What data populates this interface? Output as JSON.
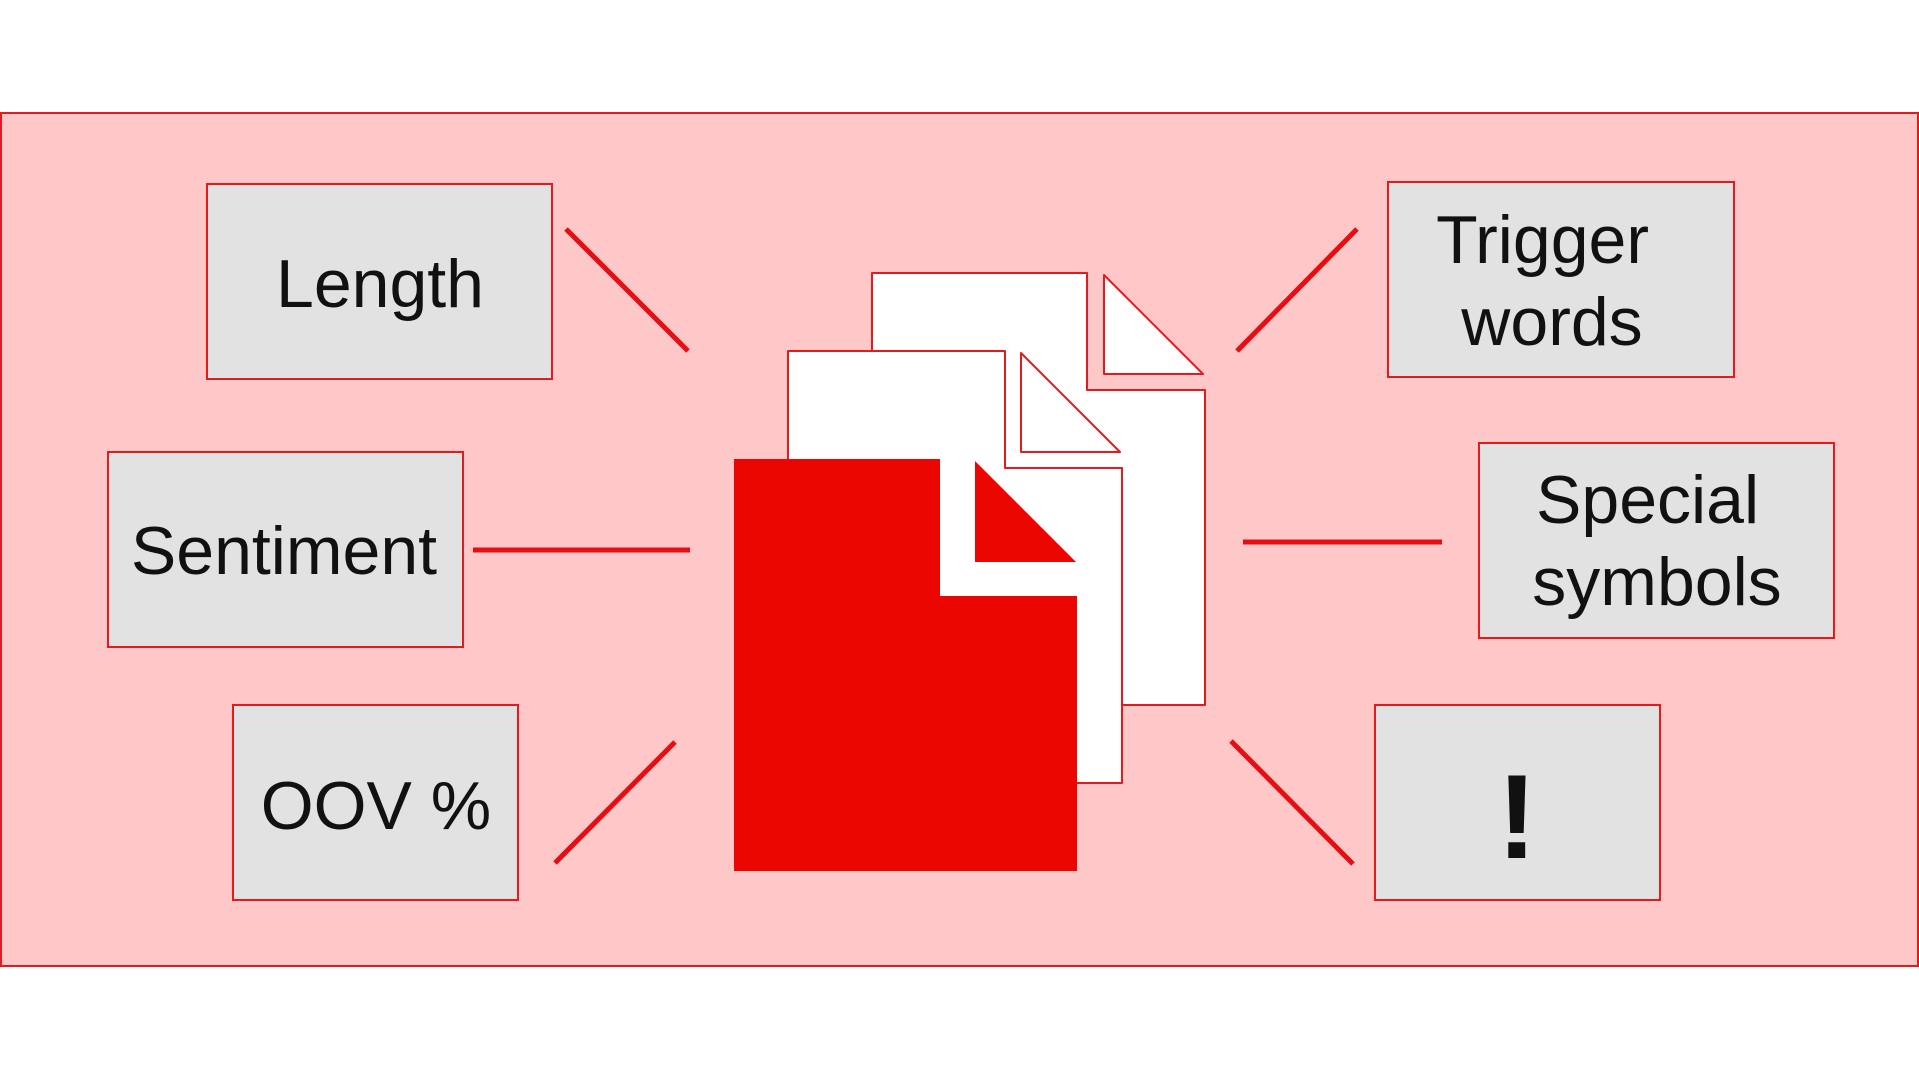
{
  "colors": {
    "panel_fill": "#fec8c9",
    "panel_border": "#e6191c",
    "box_fill": "#e3e2e2",
    "box_border": "#e6191c",
    "connector": "#e60e12",
    "document_red": "#ec0602",
    "document_white": "#ffffff",
    "exclamation": "#e60e12"
  },
  "icons": {
    "document_stack": "document-stack-icon",
    "alert": "exclamation-icon"
  },
  "features": {
    "length": {
      "lines": [
        "Length"
      ]
    },
    "sentiment": {
      "lines": [
        "Sentiment"
      ]
    },
    "oov": {
      "lines": [
        "OOV %"
      ]
    },
    "trigger_words": {
      "lines": [
        "Trigger",
        "words"
      ]
    },
    "special_symbols": {
      "lines": [
        "Special",
        "symbols"
      ]
    },
    "exclamation": {
      "lines": [
        "!"
      ]
    }
  }
}
